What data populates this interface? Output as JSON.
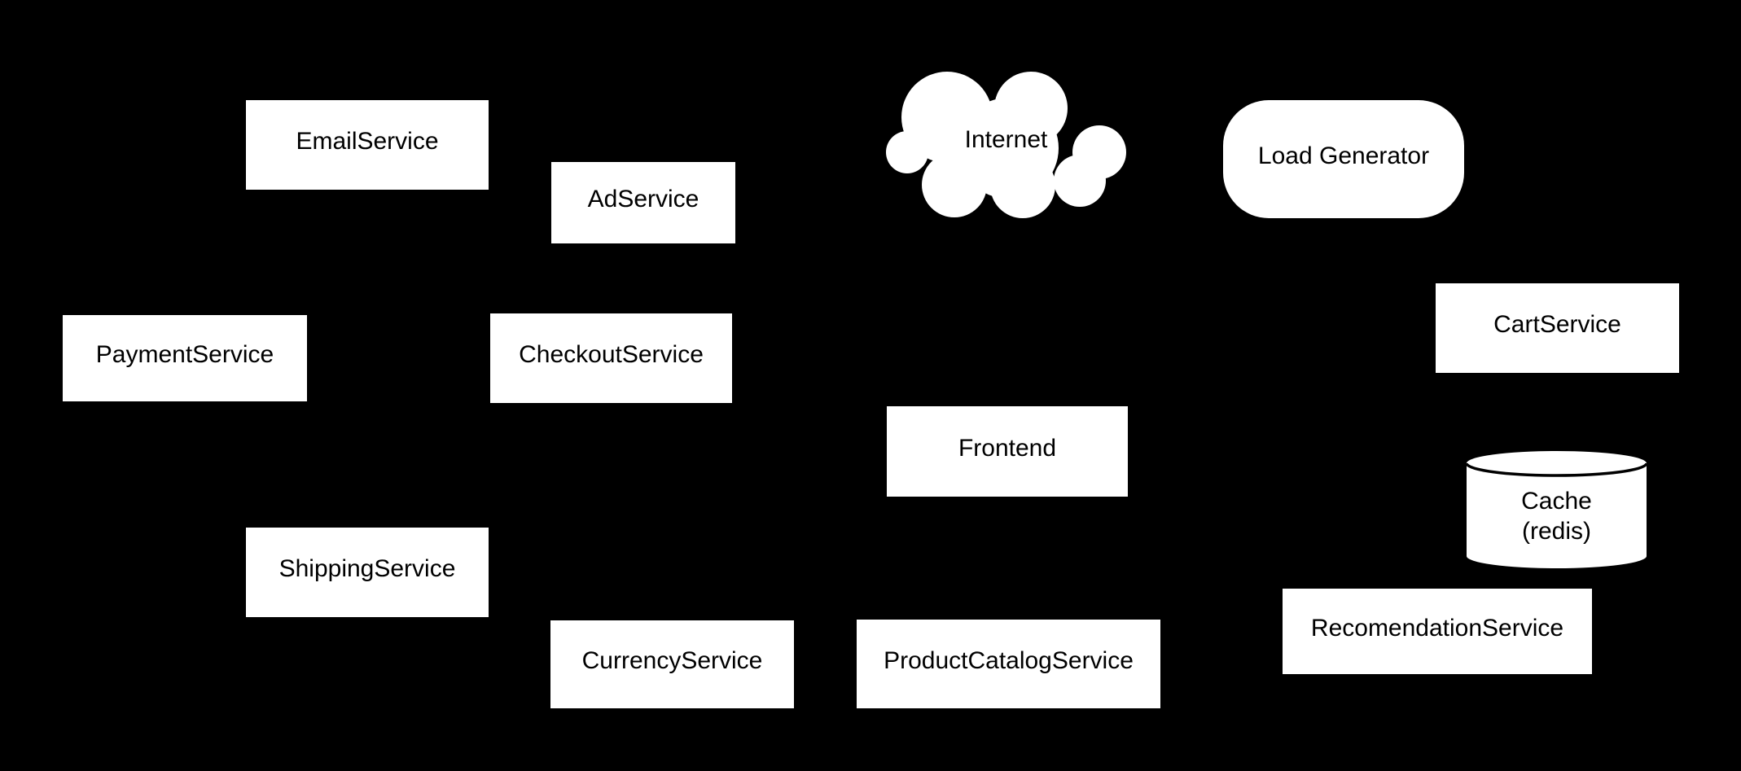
{
  "diagram": {
    "description": "Microservices architecture diagram, white nodes on black background, no visible connectors",
    "colors": {
      "background": "#000000",
      "node_fill": "#ffffff",
      "node_text": "#000000",
      "cylinder_stroke": "#000000"
    },
    "nodes": {
      "email": {
        "label": "EmailService",
        "shape": "rectangle"
      },
      "ad": {
        "label": "AdService",
        "shape": "rectangle"
      },
      "internet": {
        "label": "Internet",
        "shape": "cloud"
      },
      "load_generator": {
        "label": "Load Generator",
        "shape": "rounded-rectangle"
      },
      "payment": {
        "label": "PaymentService",
        "shape": "rectangle"
      },
      "checkout": {
        "label": "CheckoutService",
        "shape": "rectangle"
      },
      "cart": {
        "label": "CartService",
        "shape": "rectangle"
      },
      "frontend": {
        "label": "Frontend",
        "shape": "rectangle"
      },
      "cache": {
        "lines": [
          "Cache",
          "(redis)"
        ],
        "shape": "cylinder"
      },
      "shipping": {
        "label": "ShippingService",
        "shape": "rectangle"
      },
      "currency": {
        "label": "CurrencyService",
        "shape": "rectangle"
      },
      "product_catalog": {
        "label": "ProductCatalogService",
        "shape": "rectangle"
      },
      "recommendation": {
        "label": "RecomendationService",
        "shape": "rectangle"
      }
    }
  }
}
